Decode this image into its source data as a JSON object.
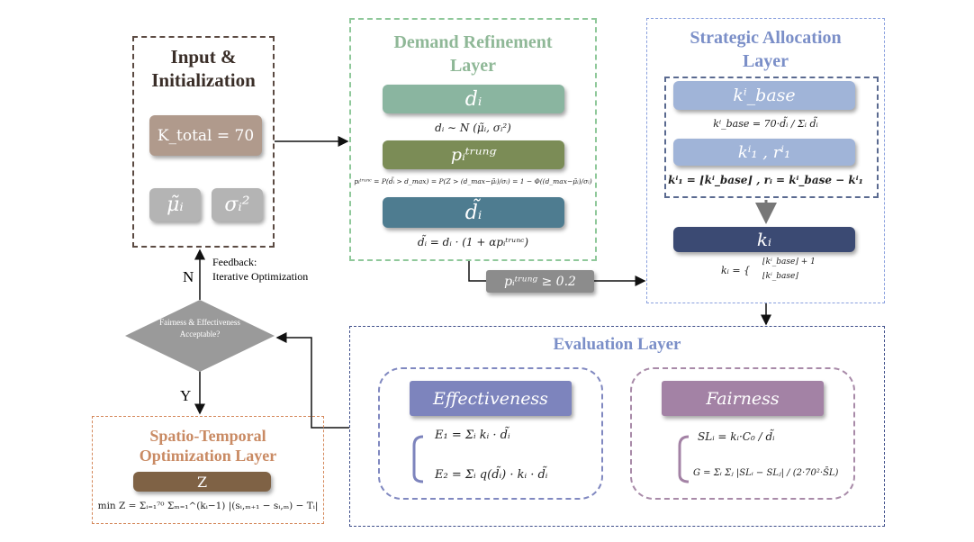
{
  "input_layer": {
    "title": "Input & Initialization",
    "k_total": "K_total = 70",
    "mu": "μ̃ᵢ",
    "sigma": "σᵢ²",
    "color": "#b09a8c"
  },
  "demand_layer": {
    "title": "Demand Refinement Layer",
    "d_label": "dᵢ",
    "d_formula": "dᵢ ∼ N (μ̃ᵢ, σᵢ²)",
    "p_label": "pᵢᵗʳᵘⁿᵍ",
    "p_formula": "pᵢᵗʳᵘⁿᶜ = P(d̃ᵢ > d_max) = P(Z > (d_max−μ̃ᵢ)/σᵢ) = 1 − Φ((d_max−μ̃ᵢ)/σᵢ)",
    "dt_label": "d̃ᵢ",
    "dt_formula": "d̃ᵢ = dᵢ · (1 + αpᵢᵗʳᵘⁿᶜ)"
  },
  "threshold": {
    "label": "pᵢᵗʳᵘⁿᵍ ≥ 0.2"
  },
  "strategic_layer": {
    "title": "Strategic Allocation Layer",
    "kbase_label": "kⁱ_base",
    "kbase_formula": "kⁱ_base = 70·d̃ᵢ / Σᵢ d̃ᵢ",
    "k1_label": "kⁱ₁ ,  rⁱ₁",
    "k1_formula": "kⁱ₁ = ⌊kⁱ_base⌋ , rᵢ = kⁱ_base − kⁱ₁",
    "ki_label": "kᵢ",
    "ki_formula_top": "⌊kⁱ_base⌋ + 1",
    "ki_formula_bottom": "⌊kⁱ_base⌋",
    "ki_prefix": "kᵢ = {"
  },
  "evaluation_layer": {
    "title": "Evaluation Layer",
    "effectiveness": {
      "label": "Effectiveness",
      "e1": "E₁ = Σᵢ kᵢ · d̃ᵢ",
      "e2": "E₂ = Σᵢ q(d̃ᵢ) · kᵢ · d̃ᵢ"
    },
    "fairness": {
      "label": "Fairness",
      "sl": "SLᵢ = kᵢ·C₀ / d̃ᵢ",
      "g": "G = Σᵢ Σⱼ |SLᵢ − SLⱼ| / (2·70²·S̄L)"
    }
  },
  "decision": {
    "text": "Fairness & Effectiveness Acceptable?",
    "no": "N",
    "yes": "Y",
    "feedback": "Feedback:\nIterative Optimization"
  },
  "spatio_layer": {
    "title": "Spatio-Temporal Optimization Layer",
    "z_label": "Z",
    "z_formula": "min Z = Σᵢ₌₁⁷⁰ Σₘ₌₁^(kᵢ−1) |(sᵢ,ₘ₊₁ − sᵢ,ₘ) − Tᵢ|"
  }
}
